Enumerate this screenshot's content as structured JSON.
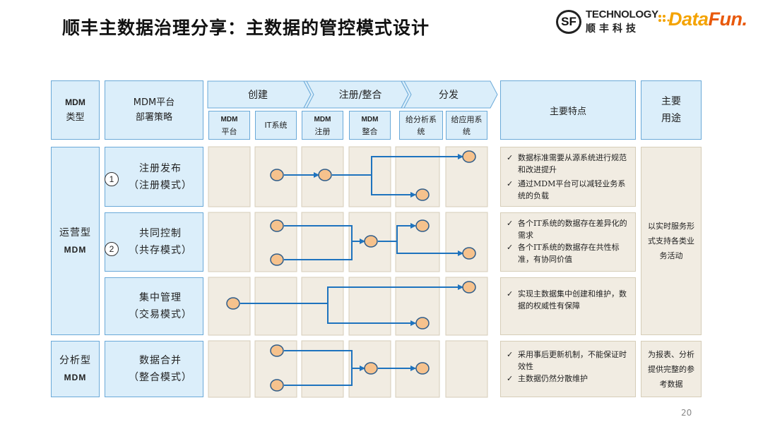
{
  "title": "顺丰主数据治理分享：主数据的管控模式设计",
  "logos": {
    "sf_mark": "SF",
    "sf_tech": "TECHNOLOGY",
    "sf_cn": "顺丰科技",
    "datafun_a": "Data",
    "datafun_b": "Fun."
  },
  "header": {
    "type_line1": "MDM",
    "type_line2": "类型",
    "strategy_line1": "MDM平台",
    "strategy_line2": "部署策略",
    "phase_create": "创建",
    "phase_register": "注册/整合",
    "phase_distribute": "分发",
    "sub": [
      {
        "l1": "MDM",
        "l2": "平台"
      },
      {
        "l1": "IT系统",
        "l2": ""
      },
      {
        "l1": "MDM",
        "l2": "注册"
      },
      {
        "l1": "MDM",
        "l2": "整合"
      },
      {
        "l1": "给分析系",
        "l2": "统"
      },
      {
        "l1": "给应用系",
        "l2": "统"
      }
    ],
    "features": "主要特点",
    "usage_line1": "主要",
    "usage_line2": "用途"
  },
  "groups": {
    "operational_line1": "运营型",
    "operational_line2": "MDM",
    "analytical_line1": "分析型",
    "analytical_line2": "MDM"
  },
  "rows": [
    {
      "number": "1",
      "name": "注册发布",
      "mode": "（注册模式）",
      "features": [
        "数据标准需要从源系统进行规范和改进提升",
        "通过MDM平台可以减轻业务系统的负载"
      ]
    },
    {
      "number": "2",
      "name": "共同控制",
      "mode": "（共存模式）",
      "features": [
        "各个IT系统的数据存在差异化的需求",
        "各个IT系统的数据存在共性标准，有协同价值"
      ]
    },
    {
      "number": "",
      "name": "集中管理",
      "mode": "（交易模式）",
      "features": [
        "实现主数据集中创建和维护，数据的权威性有保障"
      ]
    },
    {
      "number": "",
      "name": "数据合并",
      "mode": "（整合模式）",
      "features": [
        "采用事后更新机制，不能保证时效性",
        "主数据仍然分散维护"
      ]
    }
  ],
  "usage": {
    "operational": "以实时服务形式支持各类业务活动",
    "analytical": "为报表、分析提供完整的参考数据"
  },
  "page_number": "20",
  "colors": {
    "header_fill": "#dbeefa",
    "header_border": "#6aa9d8",
    "cell_fill": "#f1ece2",
    "node_fill": "#f6c28d",
    "node_stroke": "#2f5d8a",
    "arrow": "#1e73be"
  }
}
